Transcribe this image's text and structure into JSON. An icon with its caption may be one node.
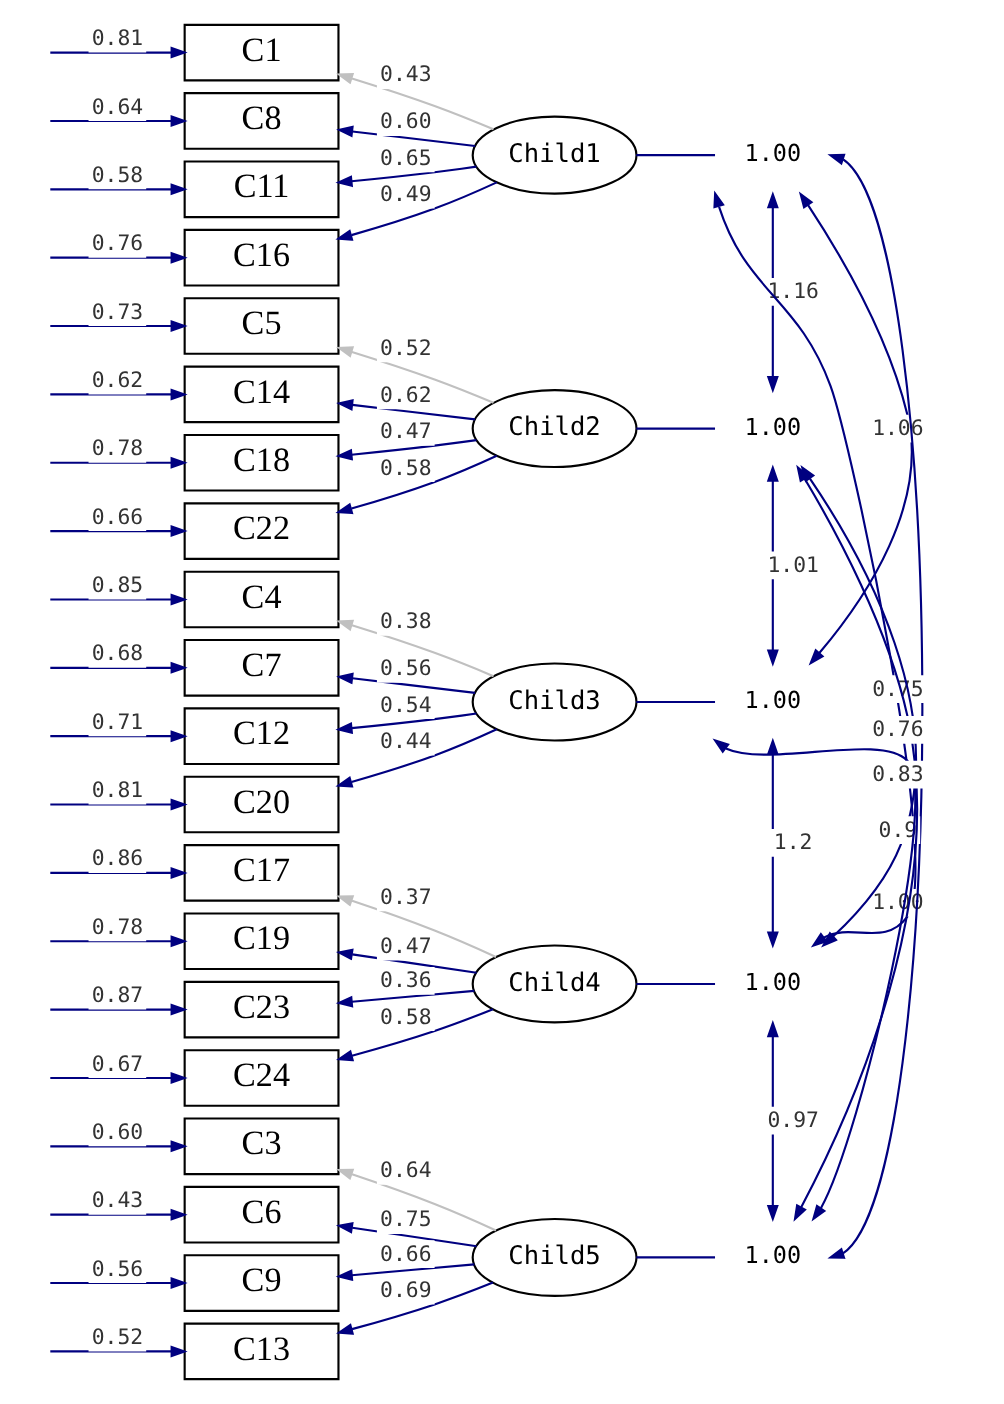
{
  "diagram": {
    "nodes": [
      {
        "text": [
          "C1"
        ]
      },
      {
        "text": [
          "C8"
        ]
      },
      {
        "text": [
          "C11"
        ]
      },
      {
        "text": [
          "C16"
        ]
      },
      {
        "text": [
          "C5"
        ]
      },
      {
        "text": [
          "C14"
        ]
      },
      {
        "text": [
          "C18"
        ]
      },
      {
        "text": [
          "C22"
        ]
      },
      {
        "text": [
          "C4"
        ]
      },
      {
        "text": [
          "C7"
        ]
      },
      {
        "text": [
          "C12"
        ]
      },
      {
        "text": [
          "C20"
        ]
      },
      {
        "text": [
          "C17"
        ]
      },
      {
        "text": [
          "C19"
        ]
      },
      {
        "text": [
          "C23"
        ]
      },
      {
        "text": [
          "C24"
        ]
      },
      {
        "text": [
          "C3"
        ]
      },
      {
        "text": [
          "C6"
        ]
      },
      {
        "text": [
          "C9"
        ]
      },
      {
        "text": [
          "C13"
        ]
      },
      {
        "text": [
          "Child1"
        ]
      },
      {
        "text": [
          "Child2"
        ]
      },
      {
        "text": [
          "Child3"
        ]
      },
      {
        "text": [
          "Child4"
        ]
      },
      {
        "text": [
          "Child5"
        ]
      },
      {
        "text": [
          "1.00"
        ]
      },
      {
        "text": [
          "1.00"
        ]
      },
      {
        "text": [
          "1.00"
        ]
      },
      {
        "text": [
          "1.00"
        ]
      },
      {
        "text": [
          "1.00"
        ]
      }
    ],
    "edges": [
      {
        "from": null,
        "to": 0,
        "arrow": "to",
        "label": "0.81"
      },
      {
        "from": null,
        "to": 1,
        "arrow": "to",
        "label": "0.64"
      },
      {
        "from": null,
        "to": 2,
        "arrow": "to",
        "label": "0.58"
      },
      {
        "from": null,
        "to": 3,
        "arrow": "to",
        "label": "0.76"
      },
      {
        "from": null,
        "to": 4,
        "arrow": "to",
        "label": "0.73"
      },
      {
        "from": null,
        "to": 5,
        "arrow": "to",
        "label": "0.62"
      },
      {
        "from": null,
        "to": 6,
        "arrow": "to",
        "label": "0.78"
      },
      {
        "from": null,
        "to": 7,
        "arrow": "to",
        "label": "0.66"
      },
      {
        "from": null,
        "to": 8,
        "arrow": "to",
        "label": "0.85"
      },
      {
        "from": null,
        "to": 9,
        "arrow": "to",
        "label": "0.68"
      },
      {
        "from": null,
        "to": 10,
        "arrow": "to",
        "label": "0.71"
      },
      {
        "from": null,
        "to": 11,
        "arrow": "to",
        "label": "0.81"
      },
      {
        "from": null,
        "to": 12,
        "arrow": "to",
        "label": "0.86"
      },
      {
        "from": null,
        "to": 13,
        "arrow": "to",
        "label": "0.78"
      },
      {
        "from": null,
        "to": 14,
        "arrow": "to",
        "label": "0.87"
      },
      {
        "from": null,
        "to": 15,
        "arrow": "to",
        "label": "0.67"
      },
      {
        "from": null,
        "to": 16,
        "arrow": "to",
        "label": "0.60"
      },
      {
        "from": null,
        "to": 17,
        "arrow": "to",
        "label": "0.43"
      },
      {
        "from": null,
        "to": 18,
        "arrow": "to",
        "label": "0.56"
      },
      {
        "from": null,
        "to": 19,
        "arrow": "to",
        "label": "0.52"
      },
      {
        "from": 20,
        "to": 0,
        "arrow": "to",
        "label": "0.43",
        "color": "#c0c0c0"
      },
      {
        "from": 20,
        "to": 1,
        "arrow": "to",
        "label": "0.60"
      },
      {
        "from": 20,
        "to": 2,
        "arrow": "to",
        "label": "0.65"
      },
      {
        "from": 20,
        "to": 3,
        "arrow": "to",
        "label": "0.49"
      },
      {
        "from": 21,
        "to": 4,
        "arrow": "to",
        "label": "0.52",
        "color": "#c0c0c0"
      },
      {
        "from": 21,
        "to": 5,
        "arrow": "to",
        "label": "0.62"
      },
      {
        "from": 21,
        "to": 6,
        "arrow": "to",
        "label": "0.47"
      },
      {
        "from": 21,
        "to": 7,
        "arrow": "to",
        "label": "0.58"
      },
      {
        "from": 22,
        "to": 8,
        "arrow": "to",
        "label": "0.38",
        "color": "#c0c0c0"
      },
      {
        "from": 22,
        "to": 9,
        "arrow": "to",
        "label": "0.56"
      },
      {
        "from": 22,
        "to": 10,
        "arrow": "to",
        "label": "0.54"
      },
      {
        "from": 22,
        "to": 11,
        "arrow": "to",
        "label": "0.44"
      },
      {
        "from": 23,
        "to": 12,
        "arrow": "to",
        "label": "0.37",
        "color": "#c0c0c0"
      },
      {
        "from": 23,
        "to": 13,
        "arrow": "to",
        "label": "0.47"
      },
      {
        "from": 23,
        "to": 14,
        "arrow": "to",
        "label": "0.36"
      },
      {
        "from": 23,
        "to": 15,
        "arrow": "to",
        "label": "0.58"
      },
      {
        "from": 24,
        "to": 16,
        "arrow": "to",
        "label": "0.64",
        "color": "#c0c0c0"
      },
      {
        "from": 24,
        "to": 17,
        "arrow": "to",
        "label": "0.75"
      },
      {
        "from": 24,
        "to": 18,
        "arrow": "to",
        "label": "0.66"
      },
      {
        "from": 24,
        "to": 19,
        "arrow": "to",
        "label": "0.69"
      },
      {
        "from": 25,
        "to": 20,
        "arrow": "none"
      },
      {
        "from": 26,
        "to": 21,
        "arrow": "none"
      },
      {
        "from": 27,
        "to": 22,
        "arrow": "none"
      },
      {
        "from": 28,
        "to": 23,
        "arrow": "none"
      },
      {
        "from": 29,
        "to": 24,
        "arrow": "none"
      },
      {
        "from": 25,
        "to": 26,
        "arrow": "both",
        "label": "1.16"
      },
      {
        "from": 25,
        "to": 27,
        "arrow": "both",
        "label": "1.06"
      },
      {
        "from": 26,
        "to": 27,
        "arrow": "both",
        "label": "1.01"
      },
      {
        "from": 25,
        "to": 28,
        "arrow": "both",
        "label": "1.00"
      },
      {
        "from": 26,
        "to": 28,
        "arrow": "both",
        "label": "0.9"
      },
      {
        "from": 25,
        "to": 29,
        "arrow": "both",
        "label": "0.75"
      },
      {
        "from": 27,
        "to": 28,
        "arrow": "both",
        "label": "1.2"
      },
      {
        "from": 26,
        "to": 29,
        "arrow": "both",
        "label": "0.76"
      },
      {
        "from": 27,
        "to": 29,
        "arrow": "both",
        "label": "0.83"
      },
      {
        "from": 28,
        "to": 29,
        "arrow": "both",
        "label": "0.97"
      }
    ]
  }
}
